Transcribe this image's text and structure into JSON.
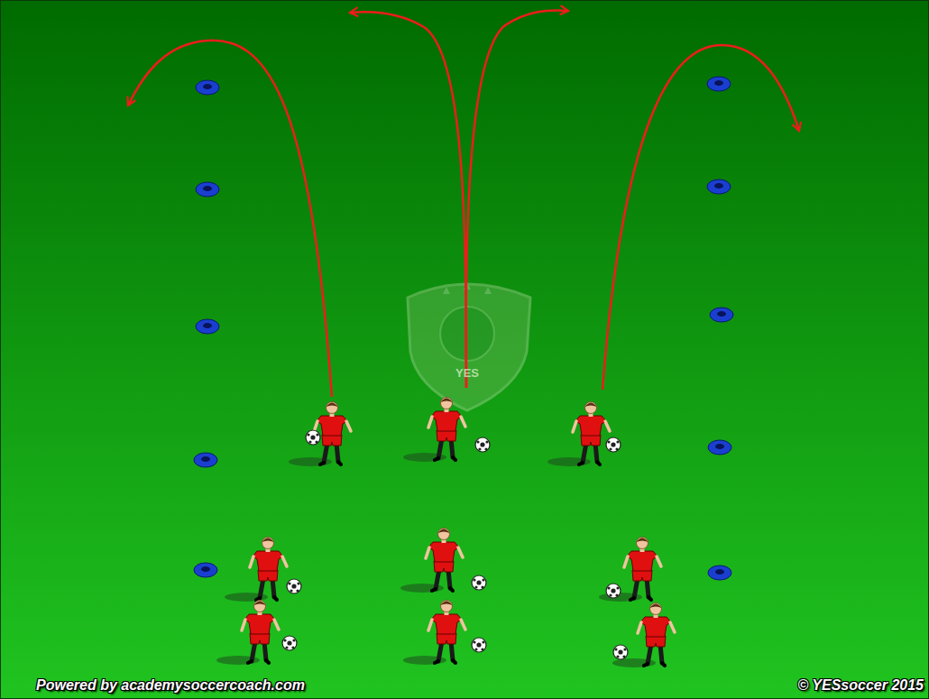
{
  "diagram": {
    "labels": [
      "YES",
      "Powered by academysoccercoach.com",
      "© YESsoccer 2015"
    ]
  }
}
